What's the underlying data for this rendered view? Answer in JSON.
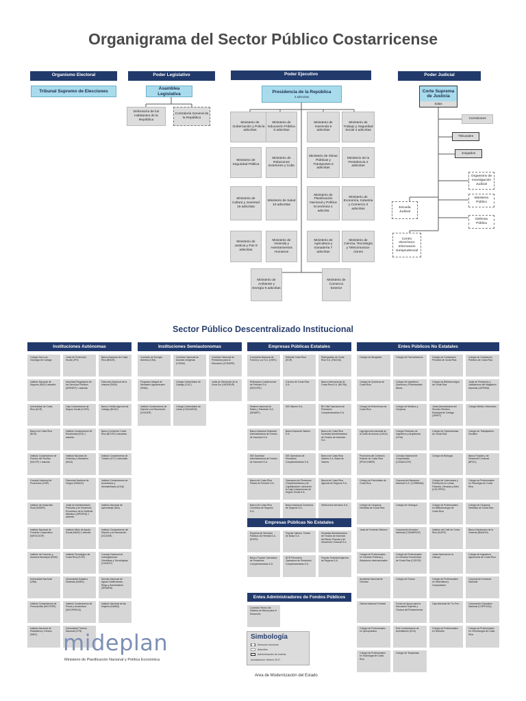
{
  "title": "Organigrama del Sector Público Costarricense",
  "powers": {
    "electoral": {
      "header": "Organismo Electoral",
      "box": "Tribunal Supremo de Elecciones"
    },
    "legislativo": {
      "header": "Poder Legislativo",
      "box": "Asamblea Legislativa",
      "children": [
        "Defensoría de los Habitantes de la República",
        "Contraloría General de la República"
      ]
    },
    "ejecutivo": {
      "header": "Poder Ejecutivo",
      "box": "Presidencia de la República",
      "box_sub": "3 adscritas",
      "ministries": [
        "Ministerio de Gobernación y Policía 4 adscritas",
        "Ministerio de Educación Pública 5 adscritas",
        "Ministerio de Hacienda 5 adscritas",
        "Ministerio de Trabajo y Seguridad Social 4 adscritas",
        "Ministerio de Seguridad Pública",
        "Ministerio de Relaciones Exteriores y Culto",
        "Ministerio de Obras Públicas y Transportes 6 adscritas",
        "Ministerio de la Presidencia 2 adscritas",
        "Ministerio de Cultura y Juventud 15 adscritas",
        "Ministerio de Salud 10 adscritas",
        "Ministerio de Planificación Nacional y Política Económica 1 adscrita",
        "Ministerio de Economía, Industria y Comercio 3 adscritas",
        "Ministerio de Justicia y Paz 9 adscritas",
        "Ministerio de Vivienda y Asentamientos Humanos",
        "Ministerio de Agricultura y Ganadería 7 adscritas",
        "Ministerio de Ciencia, Tecnología y Telecomunica-ciones"
      ],
      "bottom": [
        "Ministerio de Ambiente y Energía 9 adscritas",
        "Ministerio de Comercio Exterior"
      ]
    },
    "judicial": {
      "header": "Poder Judicial",
      "box": "Corte Suprema de Justicia",
      "box_sub": "Salas",
      "right": [
        "Comisiones",
        "Tribunales",
        "Juzgados",
        "Organismo de Investigación Judicial",
        "Ministerio Público",
        "Defensa Pública"
      ],
      "left": [
        "Escuela Judicial",
        "Centro electrónico Información Jurisprudencial"
      ]
    }
  },
  "decentralized_title": "Sector Público Descentralizado Institucional",
  "sections": {
    "autonomas": {
      "header": "Instituciones Autónomas",
      "cells": [
        "Colegio San Luis Gonzaga de Cartago",
        "Junta de Protección Social (JPS)",
        "Banco Nacional de Costa Rica (BNCR)",
        "Instituto Nacional de Seguros (INS) 5 adscrita",
        "Autoridad Reguladora de los Servicios Públicos (ARESEP) 1 adscrita",
        "Patronato Nacional de la Infancia (PANI)",
        "Universidad de Costa Rica (UCR)",
        "Caja Costarricense de Seguro Social (CCSS)",
        "Banco Crédito Agrícola de Cartago (BCAC)",
        "Banco de Costa Rica (BCR)",
        "Instituto Costarricense de Electricidad (ICE) 1 adscrita",
        "Banco Central de Costa Rica (BCCR) 4 adscritas",
        "Instituto Costarricense de Puertos del Pacífico (INCOP) 1 adscrita",
        "Instituto Nacional de Vivienda y Urbanismo (INVU)",
        "Instituto Costarricense de Turismo (ICT) 3 adscritas",
        "Consejo Nacional de Producción (CNP)",
        "Patronato Nacional de Ciegos (PANACI)",
        "Instituto Costarricense de Acueductos y Alcantarillados (ICAA)",
        "Instituto de Desarrollo Rural (INDER)",
        "Junta de Administración Portuaria y de Desarrollo Económico de la Vertiente Atlántica (JAPDEVA) 1 adscrita",
        "Instituto Nacional de Aprendizaje (INA)",
        "Instituto Nacional de Fomento Cooperativo (INFOCOOP)",
        "Instituto Mixto de Ayuda Social (IMAS) 1 adscrita",
        "Instituto Costarricense del Deporte y la Recreación (ICODER)",
        "Instituto de Fomento y Asesoría Municipal (IFAM)",
        "Instituto Tecnológico de Costa Rica (ITCR)",
        "Consejo Nacional de Investigaciones Científicas y Tecnológicas (CONICIT)",
        "Universidad Nacional (UNA)",
        "Universidad Estatal a Distancia (UNED)",
        "Servicio Nacional de Aguas Subterráneas, Riego y Avenamiento (SENARA)",
        "Instituto Costarricense de Ferrocarriles (INCOFER)",
        "Instituto Costarricense de Pesca y Acuicultura (INCOPESCA)",
        "Instituto Nacional de las Mujeres (INAMU)",
        "Instituto Nacional de Estadística y Censos (INEC)",
        "Universidad Técnica Nacional (UTN)",
        ""
      ]
    },
    "semiautonomas": {
      "header": "Instituciones Semiautonomas",
      "cells": [
        "Comisión de Energía Atómica (CEA)",
        "Comisión Nacional de Asuntos Indígenas (CONAI)",
        "Comisión Nacional de Préstamos para la Educación (CONAPE)",
        "Programa Integral de Mercadeo Agropecuario (PIMA)",
        "Colegio Universitario de Cartago (CUC)",
        "Junta de Desarrollo de la Zona Sur (JUDESUR)",
        "Instituto Costarricense de Deporte y la Recreación (ICODER)",
        "Colegio Universitario de Limón (CUNLIMON)",
        ""
      ]
    },
    "empresas": {
      "header": "Empresas Públicas Estatales",
      "cells": [
        "Compañía Nacional de Fuerza y Luz S.A. (CNFL)",
        "Editorial Costa Rica (ECR)",
        "Radiográfica de Costa Rica S.A. (RACSA)",
        "Refinadora Costarricense de Petróleo S.A. (RECOPE)",
        "Correos de Costa Rica S.A.",
        "Banco Internacional de Costa Rica S.A. (BICSA)",
        "Sistema Nacional de Radio y Televisión S.A. (SINART)",
        "INS Valores S.A.",
        "BN Vital Operadora de Pensiones Complementarias S.A.",
        "Banco Nacional Sociedad Administradora de Fondos de Inversión S.A.",
        "Banco Nacional Valores S.A.",
        "Banco de Costa Rica Sociedad Administradora de Fondos de Inversión S.A.",
        "INS Sociedad Administradora de Fondos de Inversión S.A.",
        "INS Operadora de Pensiones Complementarias S.A.",
        "Banco de Costa Rica Valores S.A. Bolsa de Valores",
        "Banco de Costa Rica Planes de Pensión S.A.",
        "Operadora de Pensiones Complementarias y de Capitalización Laboral de la Caja Costarricense de Seguro Social S.A.",
        "Banca de Costa Rica Agencia de Seguros S.A.",
        "Banco de Costa Rica Corredora de Seguros S.A.",
        "Banco Nacional Corredora de Seguros S.A.",
        "INServicios Servicios S.A."
      ]
    },
    "no_estatales_empresas": {
      "header": "Empresas Públicas No Estatales",
      "cells": [
        "Empresa de Servicios Públicos de Heredia S.A. (ESPH)",
        "Popular Valores, Puesto de Bolsa S.A.",
        "Sociedad Administradora de Fondos de Inversión del Banco Popular y de Desarrollo Comunal S.A.",
        "Banco Popular Operadora de Pensiones Complementarias S.A.",
        "BCR Pensiones Operadora de Pensiones Complementarias S.A.",
        "Popular Sociedad Agencia de Seguros S.A."
      ]
    },
    "fondos": {
      "header": "Entes Administradores de Fondos Públicos",
      "cells": [
        "Comisión Rector del Sistema de Banca para el Desarrollo"
      ]
    },
    "entes": {
      "header": "Entes Públicos No Estatales",
      "cells": [
        "Colegio de Abogados",
        "Colegio de Farmacéuticos",
        "Colegio de Contadores Privados de Costa Rica",
        "Colegio de Contadores Públicos de Costa Rica",
        "Colegio de Químicos de Costa Rica",
        "Colegio de Ingenieros Químicos y Profesionales Afines",
        "Colegio de Bibliotecólogos de Costa Rica",
        "Junta de Pensiones y Jubilaciones del Magisterio Nacional (JUPEMA)",
        "Colegio de Enfermeras de Costa Rica",
        "Colegio de Médicos y Cirujanos",
        "Junta Administrativa del Servicio Eléctrico Municipal de Cartago (JASEC)",
        "Colegio Médico Veterinario",
        "Liga Agrícola Industrial de la Caña de Azúcar (LAICA)",
        "Colegio Federado de Ingenieros y Arquitectos (CFIA)",
        "Colegio de Optometristas de Costa Rica",
        "Colegio de Trabajadores Sociales",
        "Promotora del Comercio Exterior de Costa Rica (PROCOMER)",
        "Consejo Nacional de Cooperativas (CONACOOP)",
        "Colegio de Biólogos",
        "Banco Popular y de Desarrollo Comunal (BPDC)",
        "Colegio de Periodistas de Costa Rica",
        "Corporación Bananera Nacional S.A. (CORBANA)",
        "Colegio de Licenciados y Profesores en Letras, Filosofía, Ciencias y Artes (COLYPRO)",
        "Colegio de Profesionales en Psicología de Costa Rica",
        "Colegio de Cirujanos Dentistas de Costa Rica",
        "Colegio de Geólogos",
        "Colegio de Profesionales en Bibliotecología de Costa Rica",
        "Colegio de Cirujanos Dentistas de Costa Rica",
        "Junta de Fomento Salinero",
        "Corporación Arrocera Nacional (CONARROZ)",
        "Instituto del Café de Costa Rica (ICAFE)",
        "Banco Hipotecario de la Vivienda (BANHVI)",
        "Colegio de Profesionales en Ciencias Políticas y Relaciones Internacionales",
        "Colegio de Profesionales en Ciencias Económicas de Costa Rica (CCECR)",
        "Junta Nacional de la Cabuya",
        "Colegio de Ingenieros Agrónomos de Costa Rica",
        "Academia Nacional de Ciencias",
        "Colegio de Físicos",
        "Colegio de Profesionales en Informática y Computación",
        "Corporación Hortícola Nacional",
        "Oficina Nacional Forestal",
        "Fondo de Apoyo para la Educación Superior y Técnica del Puntarenense",
        "Caja Nacional de Tío Tren",
        "Corporación Ganadera Nacional (CORFOGA)",
        "Colegio de Profesionales en Quiropráctica",
        "Ente Costarricense de Acreditación (ECA)",
        "Colegio de Profesionales en Nutrición",
        "Colegio de Profesionales en Criminología de Costa Rica",
        "Colegio de Profesionales en Sociología de Costa Rica",
        "Colegio de Terapeutas",
        "",
        ""
      ]
    }
  },
  "brand": {
    "logo": "mideplan",
    "subtitle": "Ministerio de Planificación Nacional y Política Económica"
  },
  "legend": {
    "title": "Simbología",
    "items": [
      "Dirección funcional",
      "Adscritos",
      "Administración de Justicia"
    ],
    "updated": "actualización: febrero 2017"
  },
  "footer": "Area de Modernización del Estado",
  "colors": {
    "navy": "#223a6b",
    "cyan": "#a8dcec",
    "gray": "#d6d6d6"
  }
}
